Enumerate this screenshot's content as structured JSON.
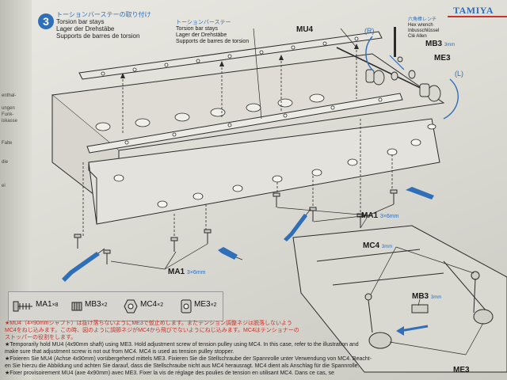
{
  "header": {
    "brand": "TAMIYA",
    "step_number": "3",
    "step_title_jp": "トーションバーステーの取り付け",
    "step_title_en": "Torsion bar stays",
    "step_title_de": "Lager der Drehstäbe",
    "step_title_fr": "Supports de barres de torsion"
  },
  "spine_text": [
    "enthal-",
    "ungen",
    "Funk-",
    "iskasse",
    "",
    "Falte",
    "",
    "die",
    "",
    "ei"
  ],
  "diagram": {
    "callout_stay_jp": "トーションバーステー",
    "callout_stay_en": "Torsion bar stays",
    "callout_stay_de": "Lager der Drehstäbe",
    "callout_stay_fr": "Supports de barres de torsion",
    "mu4": "MU4",
    "side_r": "(R)",
    "side_l": "(L)",
    "hex_jp": "六角棒レンチ",
    "hex_en": "Hex wrench",
    "hex_de": "Inbusschlüssel",
    "hex_fr": "Clé Allen",
    "mb3": "MB3",
    "mb3_size": "3mm",
    "me3": "ME3",
    "ma1_a": "MA1",
    "ma1_a_size": "3×6mm",
    "ma1_b": "MA1",
    "ma1_b_size": "3×6mm",
    "mc4": "MC4",
    "mc4_size": "3mm",
    "mb3_b": "MB3",
    "mb3_b_size": "3mm",
    "me3_b": "ME3"
  },
  "parts_list": [
    {
      "code": "MA1",
      "qty": "×8",
      "icon": "screw-icon"
    },
    {
      "code": "MB3",
      "qty": "×2",
      "icon": "grub-screw-icon"
    },
    {
      "code": "MC4",
      "qty": "×2",
      "icon": "hex-nut-icon"
    },
    {
      "code": "ME3",
      "qty": "×2",
      "icon": "collar-icon"
    }
  ],
  "notes": [
    "★MU4（4×90mmシャフト）は抜け落ちないようにME3で仮止めします。またテンション調整ネジは脱落しないよう",
    "MC4をねじ込みます。この時、図のように調節ネジがMC4から飛びでないようにねじ込みます。MC4はテンショナーの",
    "ストッパーの役割をします。",
    "★Temporarily hold MU4 (4x90mm shaft) using ME3. Hold adjustment screw of tension pulley using MC4. In this case, refer to the illustration and",
    "make sure that adjustment screw is not out from MC4. MC4 is used as tension pulley stopper.",
    "★Fixieren Sie MU4 (Achse 4x90mm) vorübergehend mittels ME3. Fixieren Sie die Stellschraube der Spannrolle unter Verwendung von MC4. Beacht-",
    "en Sie hierzu die Abbildung und achten Sie darauf, dass die Stellschraube nicht aus MC4 herausragt. MC4 dient als Anschlag für die Spannrolle.",
    "★Fixer provisoirement MU4 (axe 4x90mm) avec ME3. Fixer la vis de réglage des poulies de tension en utilisant MC4. Dans ce cas, se"
  ],
  "colors": {
    "accent_blue": "#2f6fb9",
    "accent_red": "#c7322a",
    "paper": "#e4e3dd",
    "ink": "#1a1a1a"
  }
}
